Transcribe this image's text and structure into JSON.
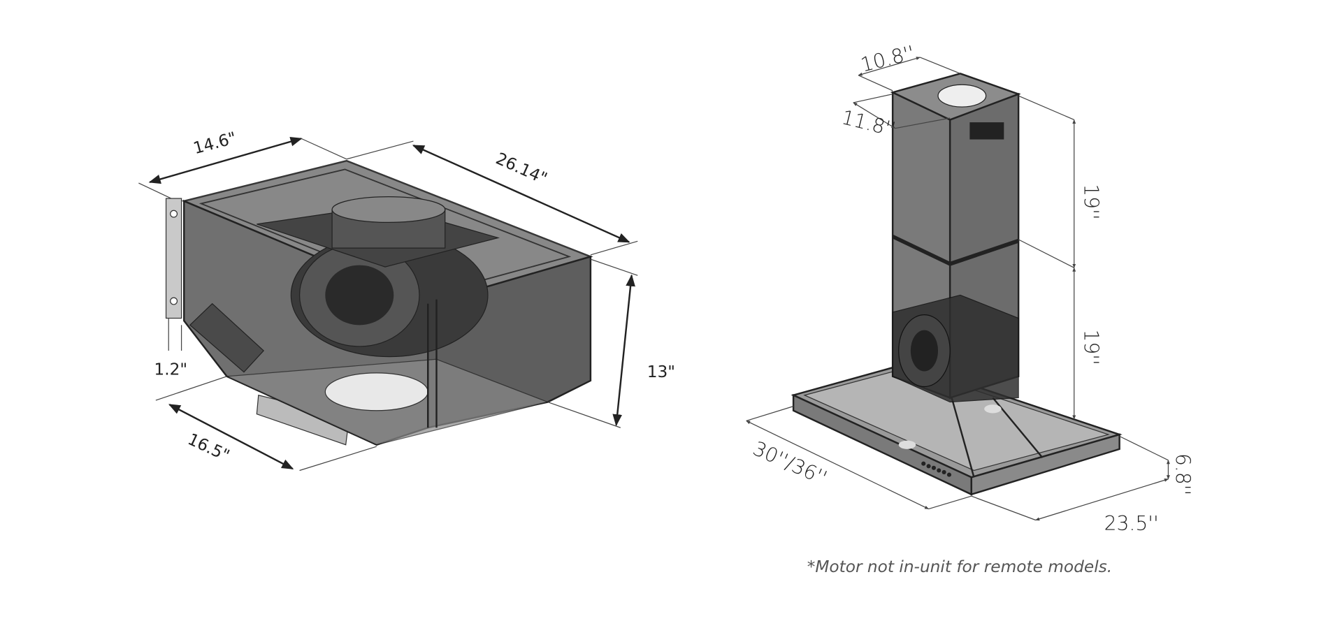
{
  "left_unit": {
    "dimensions": {
      "depth_top": "14.6\"",
      "width": "26.14\"",
      "offset": "1.2\"",
      "height": "13\"",
      "depth_bottom": "16.5\""
    }
  },
  "right_unit": {
    "dimensions": {
      "chimney_width": "10.8''",
      "chimney_depth": "11.8''",
      "upper_chimney_height": "19''",
      "lower_chimney_height": "19''",
      "hood_width": "30''/36''",
      "hood_height": "6.8''",
      "hood_depth": "23.5''"
    },
    "footnote": "*Motor not in-unit for remote models."
  },
  "colors": {
    "body": "#6e6e6e",
    "line": "#222222",
    "background": "#ffffff"
  }
}
